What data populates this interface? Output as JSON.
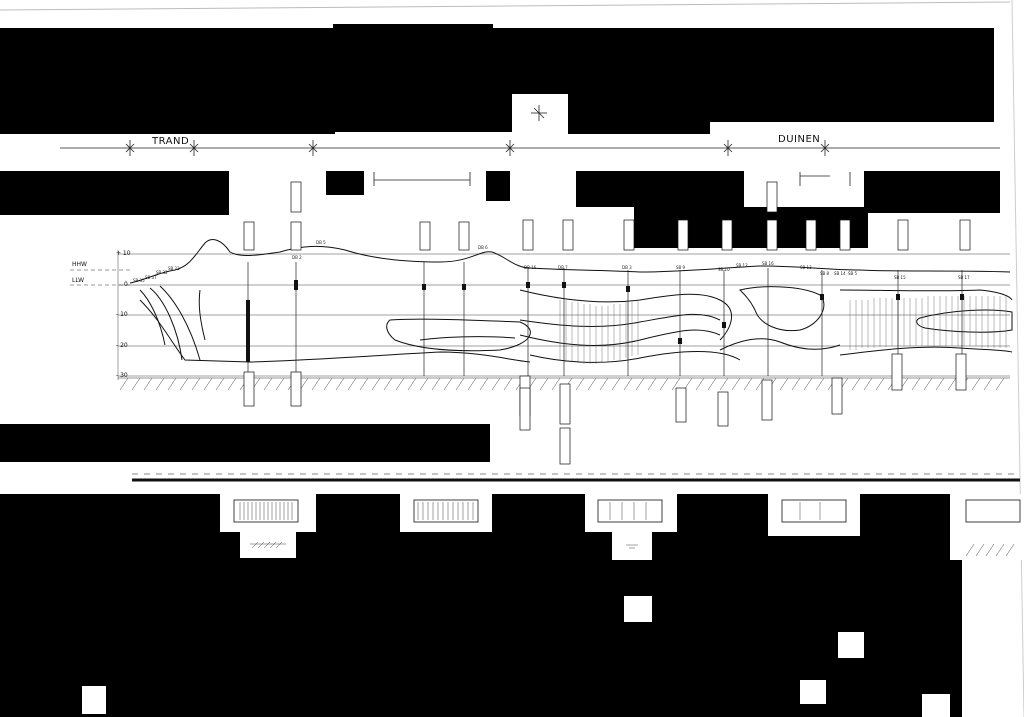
{
  "zones": {
    "left": "TRAND",
    "right": "DUINEN"
  },
  "tide_levels": {
    "high": "HHW",
    "low": "LLW"
  },
  "elevation_ticks": [
    "+ 10",
    "0",
    "- 10",
    "- 20",
    "- 30"
  ],
  "borehole_labels": [
    "SB 35",
    "SB 37",
    "SB 32",
    "SB 23",
    "DB 2",
    "DB 5",
    "DB 6",
    "DB 16",
    "DB 7",
    "DB 3",
    "SB 9",
    "SB 10",
    "SB 12",
    "SB 16",
    "SB 13",
    "SB 8",
    "SB 14",
    "SB 5",
    "SB 15",
    "SB 17"
  ],
  "colors": {
    "ink": "#1a1a1a",
    "paper": "#ffffff",
    "redaction": "#000000"
  }
}
